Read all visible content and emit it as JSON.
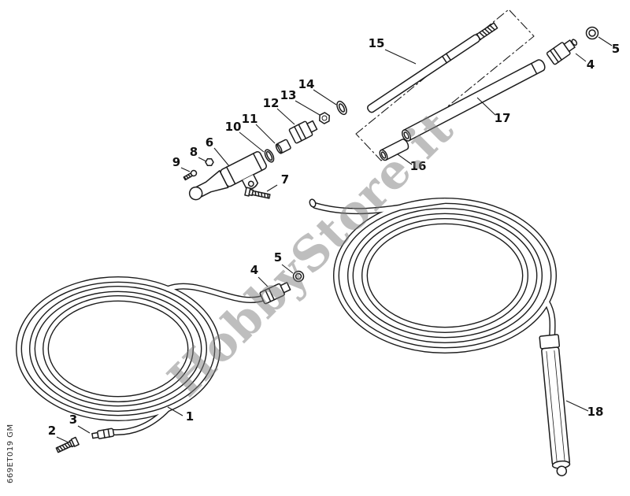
{
  "diagram": {
    "watermark": "HobbyStore.it",
    "plate_code": "669ET019 GM"
  },
  "colors": {
    "line": "#1c1c1c",
    "watermark": "#7d7d7d",
    "background": "#ffffff"
  },
  "callouts": [
    {
      "label": "15"
    },
    {
      "label": "5"
    },
    {
      "label": "4"
    },
    {
      "label": "14"
    },
    {
      "label": "13"
    },
    {
      "label": "12"
    },
    {
      "label": "11"
    },
    {
      "label": "10"
    },
    {
      "label": "6"
    },
    {
      "label": "8"
    },
    {
      "label": "9"
    },
    {
      "label": "7"
    },
    {
      "label": "17"
    },
    {
      "label": "16"
    },
    {
      "label": "5"
    },
    {
      "label": "4"
    },
    {
      "label": "1"
    },
    {
      "label": "3"
    },
    {
      "label": "2"
    },
    {
      "label": "18"
    }
  ]
}
